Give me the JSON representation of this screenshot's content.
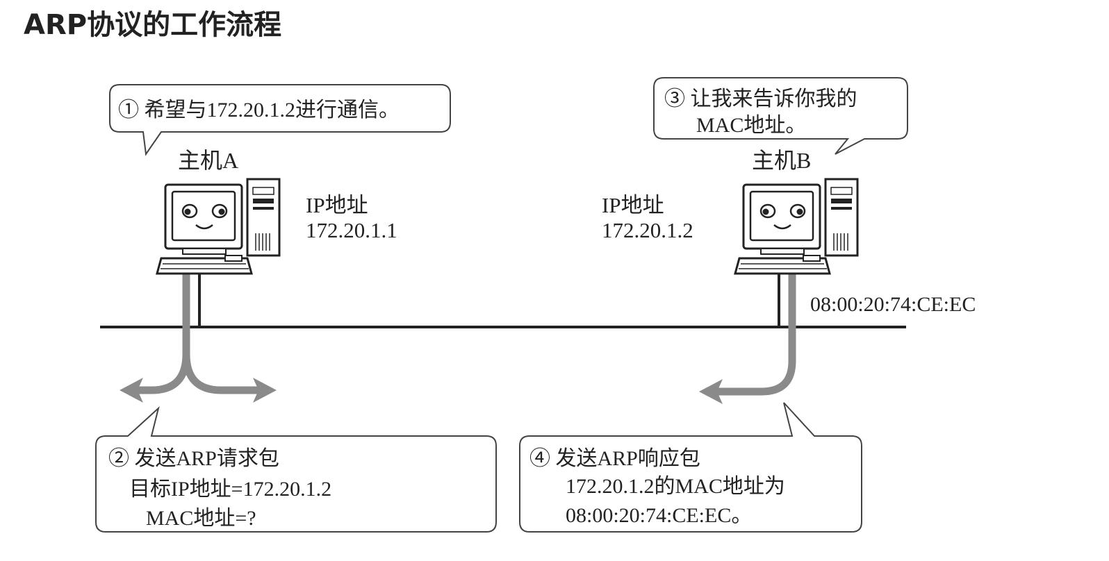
{
  "title": "ARP协议的工作流程",
  "bubbles": {
    "step1": {
      "lines": [
        "① 希望与172.20.1.2进行通信。"
      ]
    },
    "step2": {
      "lines": [
        "② 发送ARP请求包",
        "目标IP地址=172.20.1.2",
        "MAC地址=?"
      ]
    },
    "step3": {
      "lines": [
        "③ 让我来告诉你我的",
        "MAC地址。"
      ]
    },
    "step4": {
      "lines": [
        "④ 发送ARP响应包",
        "172.20.1.2的MAC地址为",
        "08:00:20:74:CE:EC。"
      ]
    }
  },
  "hostA": {
    "name": "主机A",
    "ip_label": "IP地址",
    "ip": "172.20.1.1"
  },
  "hostB": {
    "name": "主机B",
    "ip_label": "IP地址",
    "ip": "172.20.1.2",
    "mac": "08:00:20:74:CE:EC"
  },
  "colors": {
    "arrow": "#8a8a8a",
    "line": "#222222",
    "bubble_border": "#444444"
  }
}
